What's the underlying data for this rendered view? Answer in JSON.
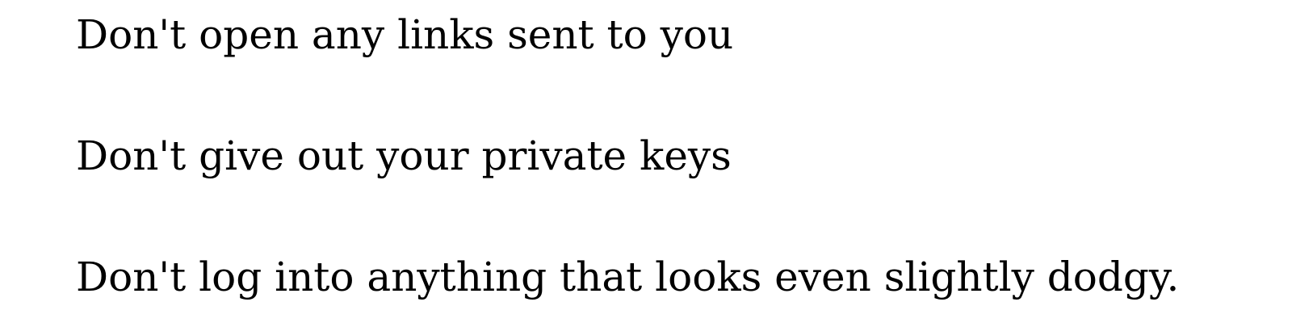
{
  "document": {
    "lines": [
      "Don't open any links sent to you",
      "Don't give out your private keys",
      "Don't log into anything that looks even slightly dodgy."
    ]
  },
  "colors": {
    "background": "#ffffff",
    "text": "#000000"
  }
}
